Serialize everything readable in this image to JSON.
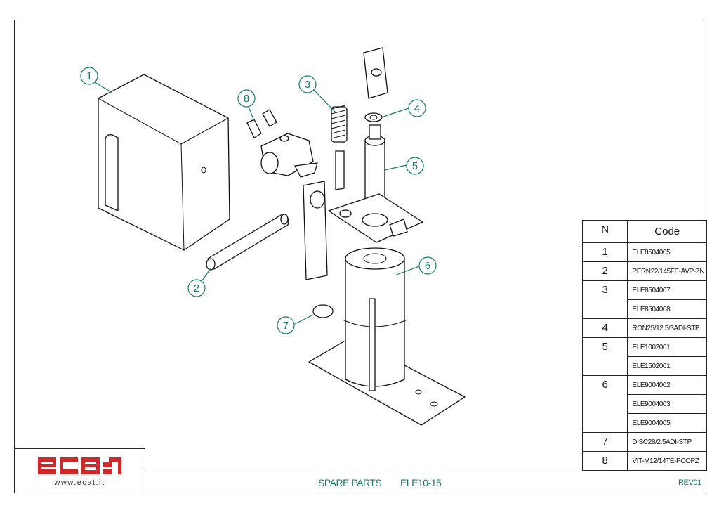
{
  "callouts": [
    "1",
    "2",
    "3",
    "4",
    "5",
    "6",
    "7",
    "8"
  ],
  "table": {
    "header_n": "N",
    "header_code": "Code",
    "rows": [
      {
        "n": "1",
        "codes": [
          "ELE8504005"
        ]
      },
      {
        "n": "2",
        "codes": [
          "PERN22/145FE-AVP-ZN"
        ]
      },
      {
        "n": "3",
        "codes": [
          "ELE8504007",
          "ELE8504008"
        ]
      },
      {
        "n": "4",
        "codes": [
          "RON25/12.5/3ADI-STP"
        ]
      },
      {
        "n": "5",
        "codes": [
          "ELE1002001",
          "ELE1502001"
        ]
      },
      {
        "n": "6",
        "codes": [
          "ELE9004002",
          "ELE9004003",
          "ELE9004005"
        ]
      },
      {
        "n": "7",
        "codes": [
          "DISC28/2.5ADI-STP"
        ]
      },
      {
        "n": "8",
        "codes": [
          "VIT-M12/14TE-PCOPZ"
        ]
      }
    ]
  },
  "footer": {
    "logo": "ecat",
    "website": "www.ecat.it",
    "title": "SPARE PARTS",
    "model": "ELE10-15",
    "revision": "REV01"
  },
  "colors": {
    "accent": "#1a7a6e",
    "brand": "#d0282a"
  }
}
